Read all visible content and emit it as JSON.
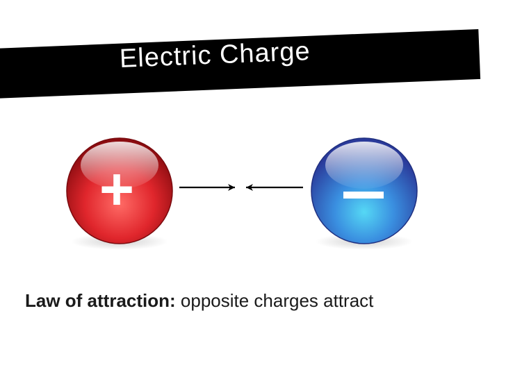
{
  "title": "Electric Charge",
  "charges": {
    "positive": {
      "symbol": "+",
      "color": "#e0262c"
    },
    "negative": {
      "symbol": "–",
      "color": "#3a5fc8"
    }
  },
  "caption": {
    "label": "Law of attraction:",
    "text": "opposite charges attract"
  }
}
